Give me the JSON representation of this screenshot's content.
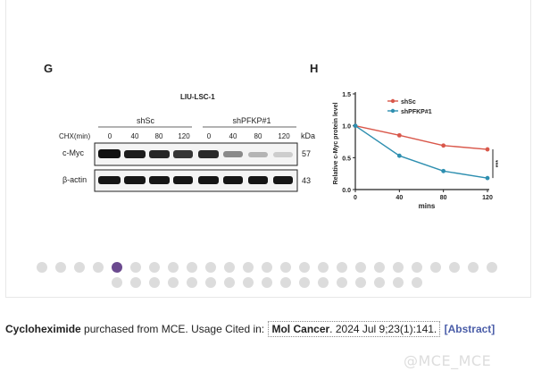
{
  "figure": {
    "panel_g": {
      "letter": "G",
      "title": "LIU-LSC-1",
      "groups": [
        "shSc",
        "shPFKP#1"
      ],
      "chx_label": "CHX(min)",
      "times": [
        "0",
        "40",
        "80",
        "120",
        "0",
        "40",
        "80",
        "120"
      ],
      "unit": "kDa",
      "rows": [
        {
          "label": "c-Myc",
          "kda": "57"
        },
        {
          "label": "β-actin",
          "kda": "43"
        }
      ]
    },
    "panel_h": {
      "letter": "H",
      "significance": "***"
    }
  },
  "chart_data": {
    "type": "line",
    "title": "",
    "xlabel": "mins",
    "ylabel": "Relative c-Myc protein level",
    "x": [
      0,
      40,
      80,
      120
    ],
    "x_ticks": [
      "0",
      "40",
      "80",
      "120"
    ],
    "y_ticks": [
      "0.0",
      "0.5",
      "1.0",
      "1.5"
    ],
    "ylim": [
      0,
      1.5
    ],
    "xlim": [
      0,
      120
    ],
    "grid": false,
    "legend_position": "top-right",
    "series": [
      {
        "name": "shSc",
        "color": "#d9574a",
        "values": [
          1.0,
          0.85,
          0.69,
          0.63
        ]
      },
      {
        "name": "shPFKP#1",
        "color": "#2e8fb0",
        "values": [
          1.0,
          0.53,
          0.29,
          0.18
        ]
      }
    ]
  },
  "carousel": {
    "row1_count": 25,
    "row2_count": 17,
    "active_index": 4
  },
  "citation": {
    "product": "Cycloheximide",
    "text1": "purchased from MCE. Usage Cited in:",
    "journal": "Mol Cancer",
    "text2": ". 2024 Jul 9;23(1):141.",
    "abstract": "[Abstract]"
  },
  "watermark": "​@MCE_MCE"
}
